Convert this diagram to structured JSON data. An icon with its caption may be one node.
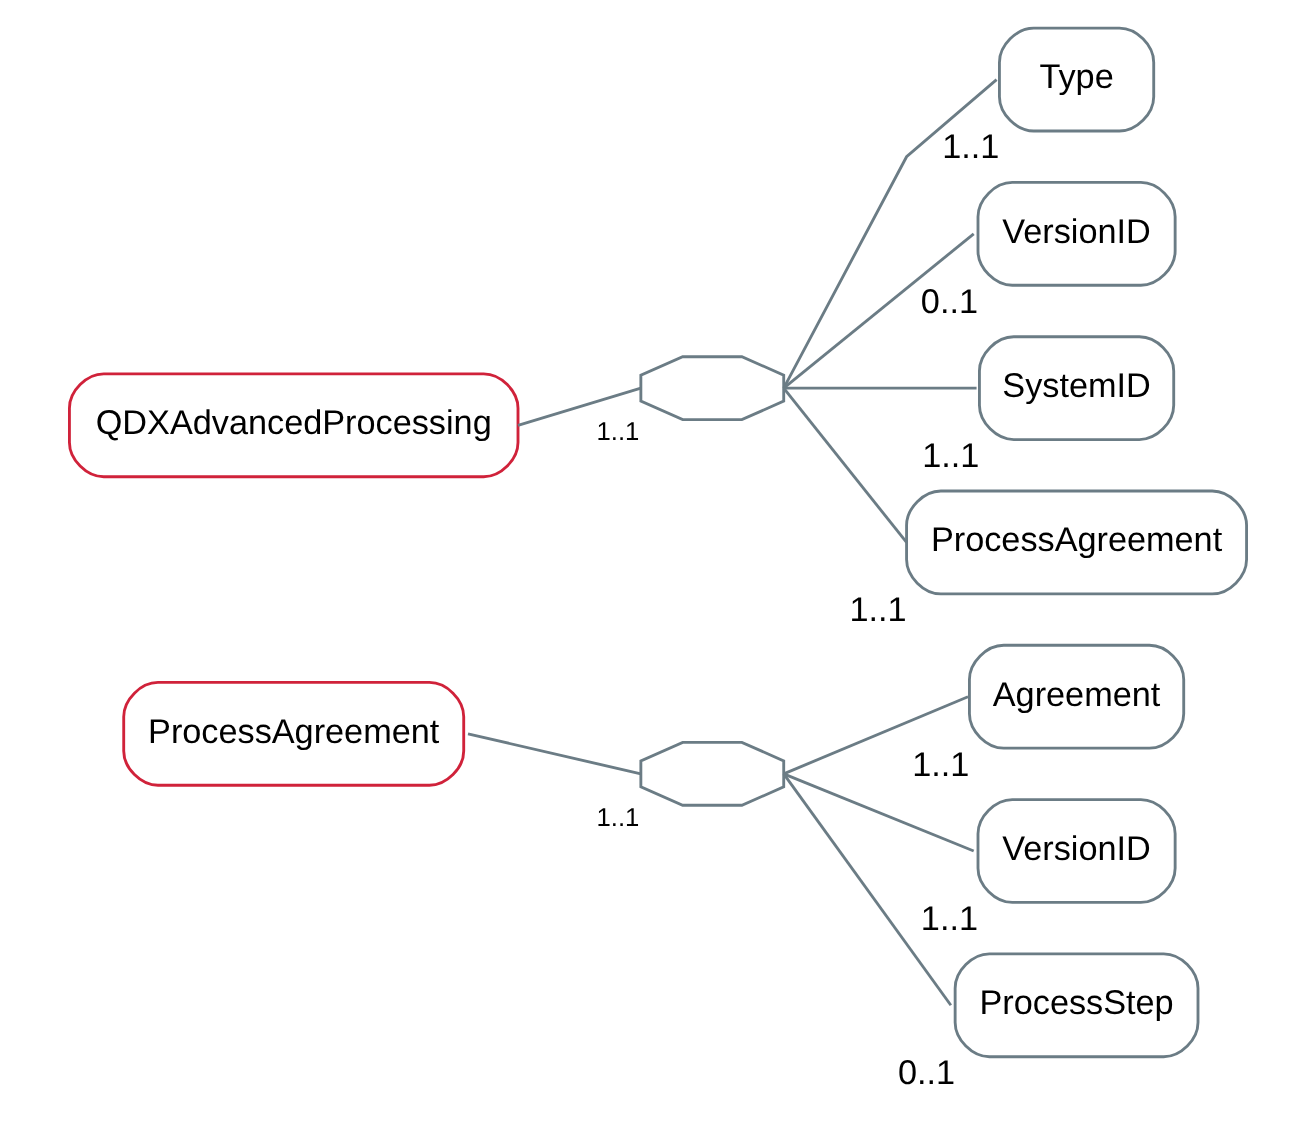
{
  "diagram": {
    "nodes": [
      {
        "text": [
          "QDXAdvancedProcessing"
        ]
      },
      {
        "text": [],
        "shape": "octagon",
        "beside": [
          "1..1"
        ]
      },
      {
        "text": [
          "Type"
        ],
        "beside": [
          "1..1"
        ]
      },
      {
        "text": [
          "VersionID"
        ],
        "beside": [
          "0..1"
        ]
      },
      {
        "text": [
          "SystemID"
        ],
        "beside": [
          "1..1"
        ]
      },
      {
        "text": [
          "ProcessAgreement"
        ],
        "beside": [
          "1..1"
        ]
      },
      {
        "text": [
          "ProcessAgreement"
        ]
      },
      {
        "text": [],
        "shape": "octagon",
        "beside": [
          "1..1"
        ]
      },
      {
        "text": [
          "Agreement"
        ],
        "beside": [
          "1..1"
        ]
      },
      {
        "text": [
          "VersionID"
        ],
        "beside": [
          "1..1"
        ]
      },
      {
        "text": [
          "ProcessStep"
        ],
        "beside": [
          "0..1"
        ]
      }
    ],
    "edges": [
      {
        "from": 0,
        "to": 1,
        "arrow": "none"
      },
      {
        "from": 1,
        "to": 2,
        "arrow": "none"
      },
      {
        "from": 1,
        "to": 3,
        "arrow": "none"
      },
      {
        "from": 1,
        "to": 4,
        "arrow": "none"
      },
      {
        "from": 1,
        "to": 5,
        "arrow": "none"
      },
      {
        "from": 6,
        "to": 7,
        "arrow": "none"
      },
      {
        "from": 7,
        "to": 8,
        "arrow": "none"
      },
      {
        "from": 7,
        "to": 9,
        "arrow": "none"
      },
      {
        "from": 7,
        "to": 10,
        "arrow": "none"
      }
    ]
  }
}
